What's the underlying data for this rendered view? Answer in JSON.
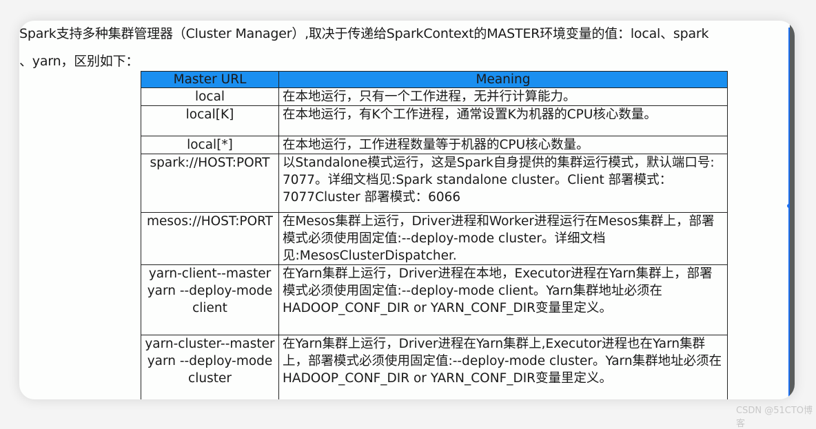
{
  "intro": {
    "line1": "Spark支持多种集群管理器（Cluster Manager）,取决于传递给SparkContext的MASTER环境变量的值：local、spark",
    "line2": "、yarn，区别如下："
  },
  "table": {
    "headers": [
      "Master URL",
      "Meaning"
    ],
    "rows": [
      {
        "url": "local",
        "meaning": "在本地运行，只有一个工作进程，无并行计算能力。"
      },
      {
        "url": "local[K]",
        "meaning": "在本地运行，有K个工作进程，通常设置K为机器的CPU核心数量。"
      },
      {
        "url": "local[*]",
        "meaning": "在本地运行，工作进程数量等于机器的CPU核心数量。"
      },
      {
        "url": "spark://HOST:PORT",
        "meaning": "以Standalone模式运行，这是Spark自身提供的集群运行模式，默认端口号: 7077。详细文档见:Spark standalone cluster。Client 部署模式：7077Cluster 部署模式：6066"
      },
      {
        "url": "mesos://HOST:PORT",
        "meaning": "在Mesos集群上运行，Driver进程和Worker进程运行在Mesos集群上，部署模式必须使用固定值:--deploy-mode cluster。详细文档见:MesosClusterDispatcher."
      },
      {
        "url": "yarn-client--master yarn --deploy-mode client",
        "meaning": "在Yarn集群上运行，Driver进程在本地，Executor进程在Yarn集群上，部署模式必须使用固定值:--deploy-mode client。Yarn集群地址必须在HADOOP_CONF_DIR or YARN_CONF_DIR变量里定义。"
      },
      {
        "url": "yarn-cluster--master yarn --deploy-mode cluster",
        "meaning": "在Yarn集群上运行，Driver进程在Yarn集群上,Executor进程也在Yarn集群上，部署模式必须使用固定值:--deploy-mode cluster。Yarn集群地址必须在HADOOP_CONF_DIR or YARN_CONF_DIR变量里定义。"
      }
    ]
  },
  "watermark": "CSDN @51CTO博客",
  "colors": {
    "header_bg": "#1a8ff0",
    "accent_line": "#1a6ef0"
  }
}
